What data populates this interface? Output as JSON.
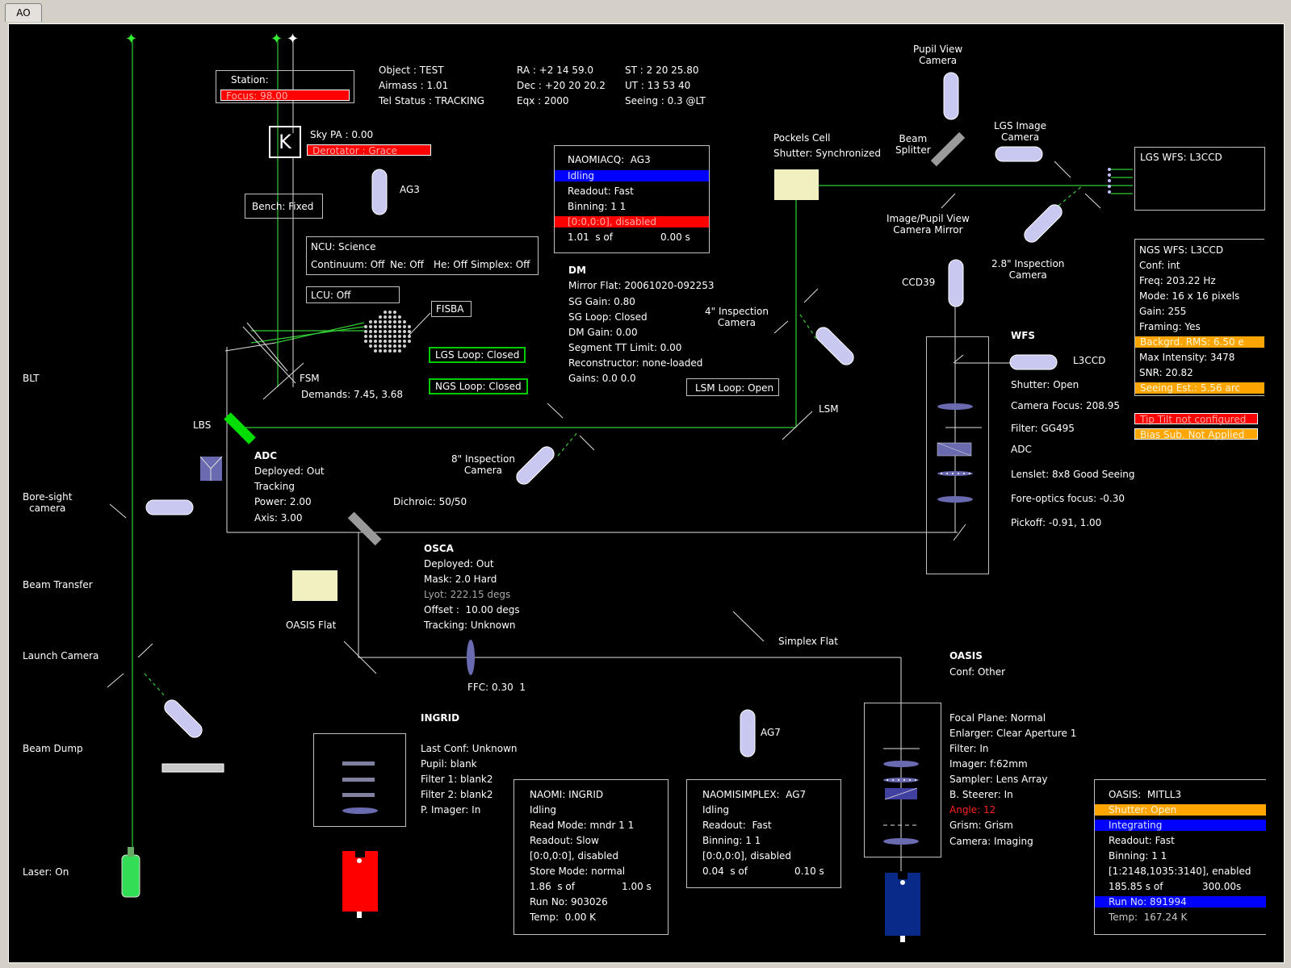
{
  "tabs": [
    {
      "label": "AO"
    }
  ],
  "telescope": {
    "object": "Object : TEST",
    "airmass": "Airmass : 1.01",
    "tel_status": "Tel Status : TRACKING",
    "ra": "RA : +2 14 59.0",
    "dec": "Dec : +20 20 20.2",
    "eqx": "Eqx : 2000",
    "st": "ST : 2 20 25.80",
    "ut": "UT : 13 53 40",
    "seeing": "Seeing : 0.3 @LT"
  },
  "station": {
    "label": "Station:",
    "focus": "Focus: 98.00"
  },
  "derotator": {
    "sky_pa": "Sky PA : 0.00",
    "status": "Derotator : Grace",
    "glyph": "K"
  },
  "bench": "Bench: Fixed",
  "ag3_label": "AG3",
  "ncu": {
    "line1": "NCU: Science",
    "continuum": "Continuum: Off",
    "ne": "Ne: Off",
    "he": "He: Off",
    "simplex": "Simplex: Off"
  },
  "lcu": "LCU: Off",
  "fisba": "FISBA",
  "fsm": {
    "label": "FSM",
    "demands": "Demands: 7.45, 3.68"
  },
  "lgs_loop": "LGS Loop: Closed",
  "ngs_loop": "NGS Loop: Closed",
  "lsm_loop": "LSM Loop: Open",
  "lsm": "LSM",
  "naomiacq": {
    "title": "NAOMIACQ:  AG3",
    "state": "Idling",
    "readout": "Readout: Fast",
    "binning": "Binning: 1 1",
    "window": "[0:0,0:0], disabled",
    "exp_a": "1.01  s of",
    "exp_b": "0.00 s"
  },
  "dm": {
    "title": "DM",
    "mirror_flat": "Mirror Flat: 20061020-092253",
    "sg_gain": "SG Gain: 0.80",
    "sg_loop": "SG Loop: Closed",
    "dm_gain": "DM Gain: 0.00",
    "segment": "Segment TT Limit: 0.00",
    "reconstructor": "Reconstructor: none-loaded",
    "gains": "Gains: 0.0 0.0"
  },
  "pockels": {
    "label": "Pockels Cell",
    "shutter": "Shutter: Synchronized"
  },
  "pupil_view_camera": "Pupil View\nCamera",
  "beam_splitter": "Beam\nSplitter",
  "lgs_image_camera": "LGS Image\nCamera",
  "image_pupil_mirror": "Image/Pupil View\nCamera Mirror",
  "inspection_4in": "4\" Inspection\nCamera",
  "inspection_28in": "2.8\" Inspection\nCamera",
  "inspection_8in": "8\" Inspection\nCamera",
  "ccd39": "CCD39",
  "lgs_wfs": "LGS WFS: L3CCD",
  "ngs_wfs": {
    "title": "NGS WFS: L3CCD",
    "conf": "Conf: int",
    "freq": "Freq: 203.22 Hz",
    "mode": "Mode: 16 x 16 pixels",
    "gain": "Gain: 255",
    "framing": "Framing: Yes",
    "backgrd": "Backgrd. RMS: 6.50 e",
    "max_intensity": "Max Intensity: 3478",
    "snr": "SNR: 20.82",
    "seeing_est": "Seeing Est.: 5.56 arc"
  },
  "tip_tilt": "Tip Tilt not configured",
  "bias_sub": "Bias Sub. Not Applied",
  "wfs": {
    "title": "WFS",
    "l3ccd": "L3CCD",
    "shutter": "Shutter: Open",
    "camera_focus": "Camera Focus: 208.95",
    "filter": "Filter: GG495",
    "adc": "ADC",
    "lenslet": "Lenslet: 8x8 Good Seeing",
    "fore_optics": "Fore-optics focus: -0.30",
    "pickoff": "Pickoff: -0.91, 1.00"
  },
  "adc": {
    "title": "ADC",
    "deployed": "Deployed: Out",
    "tracking": "Tracking",
    "power": "Power: 2.00",
    "axis": "Axis: 3.00"
  },
  "lbs": "LBS",
  "dichroic": "Dichroic: 50/50",
  "osca": {
    "title": "OSCA",
    "deployed": "Deployed: Out",
    "mask": "Mask: 2.0 Hard",
    "lyot": "Lyot: 222.15 degs",
    "offset": "Offset :  10.00 degs",
    "tracking": "Tracking: Unknown"
  },
  "oasis_flat": "OASIS Flat",
  "simplex_flat": "Simplex Flat",
  "ffc": "FFC: 0.30  1",
  "left_labels": {
    "blt": "BLT",
    "bore_sight": "Bore-sight\ncamera",
    "beam_transfer": "Beam Transfer",
    "launch_camera": "Launch Camera",
    "beam_dump": "Beam Dump",
    "laser": "Laser: On"
  },
  "ingrid": {
    "title": "INGRID",
    "last_conf": "Last Conf: Unknown",
    "pupil": "Pupil: blank",
    "filter1": "Filter 1: blank2",
    "filter2": "Filter 2: blank2",
    "p_imager": "P. Imager: In"
  },
  "naomi_ingrid": {
    "title": "NAOMI: INGRID",
    "state": "Idling",
    "read_mode": "Read Mode: mndr 1 1",
    "readout": "Readout: Slow",
    "window": "[0:0,0:0], disabled",
    "store_mode": "Store Mode: normal",
    "exp_a": "1.86  s of",
    "exp_b": "1.00 s",
    "run_no": "Run No: 903026",
    "temp": "Temp:  0.00 K"
  },
  "ag7_label": "AG7",
  "naomisimplex": {
    "title": "NAOMISIMPLEX:  AG7",
    "state": "Idling",
    "readout": "Readout:  Fast",
    "binning": "Binning: 1 1",
    "window": "[0:0,0:0], disabled",
    "exp_a": "0.04  s of",
    "exp_b": "0.10 s"
  },
  "oasis": {
    "title": "OASIS",
    "conf": "Conf: Other",
    "focal_plane": "Focal Plane: Normal",
    "enlarger": "Enlarger: Clear Aperture 1",
    "filter": "Filter: In",
    "imager": "Imager: f:62mm",
    "sampler": "Sampler: Lens Array",
    "b_steerer": "B. Steerer: In",
    "angle": "Angle: 12",
    "grism": "Grism: Grism",
    "camera": "Camera: Imaging"
  },
  "oasis_mitll3": {
    "title": "OASIS:  MITLL3",
    "shutter": "Shutter: Open",
    "state": "Integrating",
    "readout": "Readout: Fast",
    "binning": "Binning: 1 1",
    "window": "[1:2148,1035:3140], enabled",
    "exp_a": "185.85 s of",
    "exp_b": "300.00s",
    "run_no": "Run No: 891994",
    "temp": "Temp:  167.24 K"
  },
  "colors": {
    "beam_green": "#33cc33",
    "alert_red": "#ff0000",
    "busy_blue": "#0000ff",
    "warn_orange": "#ffa500",
    "component_lavender": "#c8c8f0",
    "cream": "#f0f0c0"
  }
}
